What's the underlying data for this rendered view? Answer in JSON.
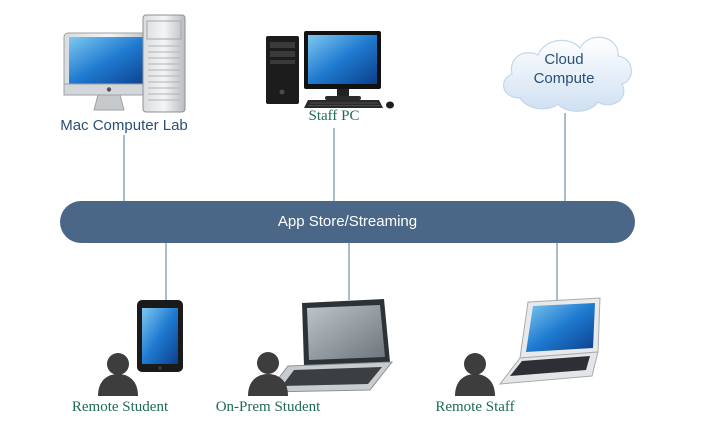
{
  "bus": {
    "label": "App Store/Streaming"
  },
  "nodes": {
    "mac_lab": {
      "label": "Mac Computer Lab"
    },
    "staff_pc": {
      "label": "Staff PC"
    },
    "cloud": {
      "label_line1": "Cloud",
      "label_line2": "Compute"
    },
    "remote_student": {
      "label": "Remote Student"
    },
    "onprem_student": {
      "label": "On-Prem Student"
    },
    "remote_staff": {
      "label": "Remote Staff"
    }
  },
  "colors": {
    "bus": "#4b6788",
    "connector": "#7a98ad",
    "label_blue": "#2b4f78",
    "label_green": "#1f6b57",
    "person": "#3d3d3d"
  },
  "icons": [
    "imac-icon",
    "mac-pro-tower-icon",
    "desktop-tower-icon",
    "monitor-icon",
    "keyboard-icon",
    "mouse-icon",
    "cloud-icon",
    "tablet-icon",
    "laptop-icon",
    "person-icon"
  ]
}
